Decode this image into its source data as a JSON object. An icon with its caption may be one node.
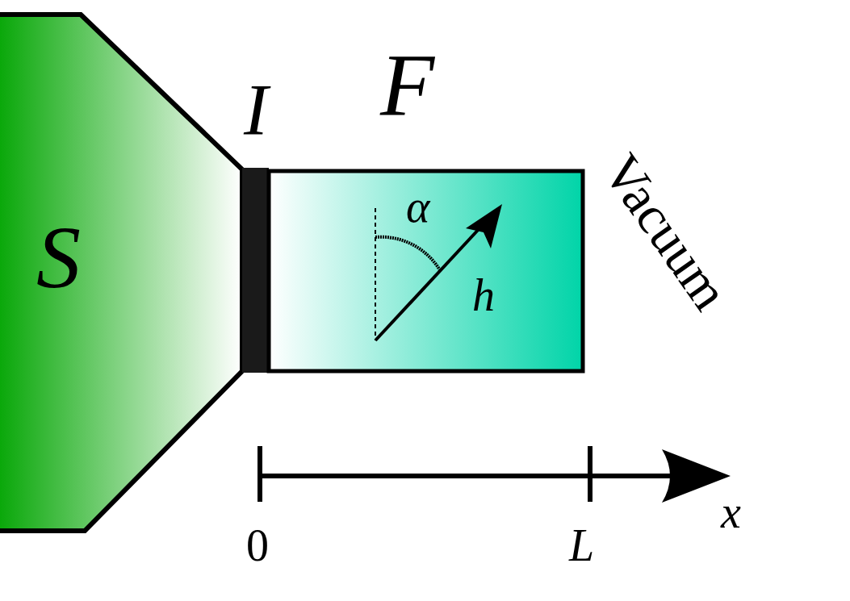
{
  "diagram": {
    "nodes": [
      {
        "text": [
          "S"
        ]
      },
      {
        "text": [
          "I"
        ]
      },
      {
        "text": [
          "F"
        ]
      }
    ],
    "labels": [
      "Vacuum",
      "α",
      "h",
      "0",
      "L",
      "x"
    ]
  }
}
